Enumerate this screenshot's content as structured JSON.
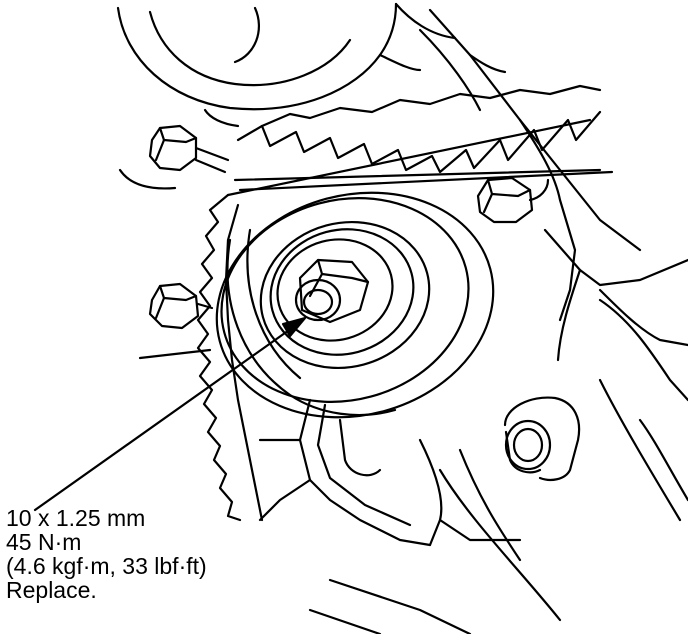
{
  "callout": {
    "thread_size": "10 x 1.25 mm",
    "torque_nm": "45 N·m",
    "torque_alt": "(4.6 kgf·m, 33 lbf·ft)",
    "instruction": "Replace."
  },
  "colors": {
    "line": "#000000",
    "background": "#ffffff"
  }
}
